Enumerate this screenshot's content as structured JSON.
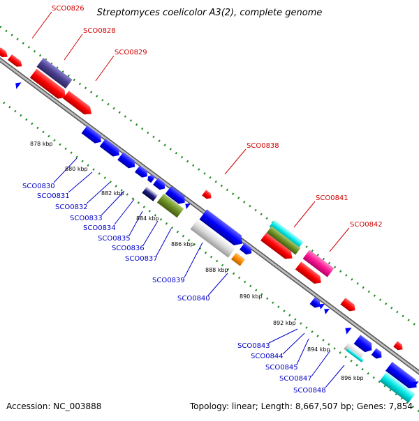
{
  "title": "Streptomyces coelicolor A3(2), complete genome",
  "accession": "Accession: NC_003888",
  "summary": "Topology: linear; Length: 8,667,507 bp; Genes: 7,854",
  "kbp_labels": [
    "878 kbp",
    "880 kbp",
    "882 kbp",
    "884 kbp",
    "886 kbp",
    "888 kbp",
    "890 kbp",
    "892 kbp",
    "894 kbp",
    "896 kbp"
  ],
  "gene_labels_top": [
    "SCO0826",
    "SCO0828",
    "SCO0829",
    "SCO0838",
    "SCO0841",
    "SCO0842"
  ],
  "gene_labels_bottom": [
    "SCO0830",
    "SCO0831",
    "SCO0832",
    "SCO0833",
    "SCO0834",
    "SCO0835",
    "SCO0836",
    "SCO0837",
    "SCO0839",
    "SCO0840",
    "SCO0843",
    "SCO0844",
    "SCO0845",
    "SCO0847",
    "SCO0848"
  ],
  "colors": {
    "forward": "#ff0000",
    "reverse": "#0000ff",
    "backbone": "#888888",
    "tick": "#228b22",
    "label_top": "#d00000",
    "label_bottom": "#0000c8",
    "extra": [
      "#4a3f8f",
      "#6b8e23",
      "#ff8c00",
      "#ff1493",
      "#00ced1",
      "#c0c0c0"
    ]
  }
}
